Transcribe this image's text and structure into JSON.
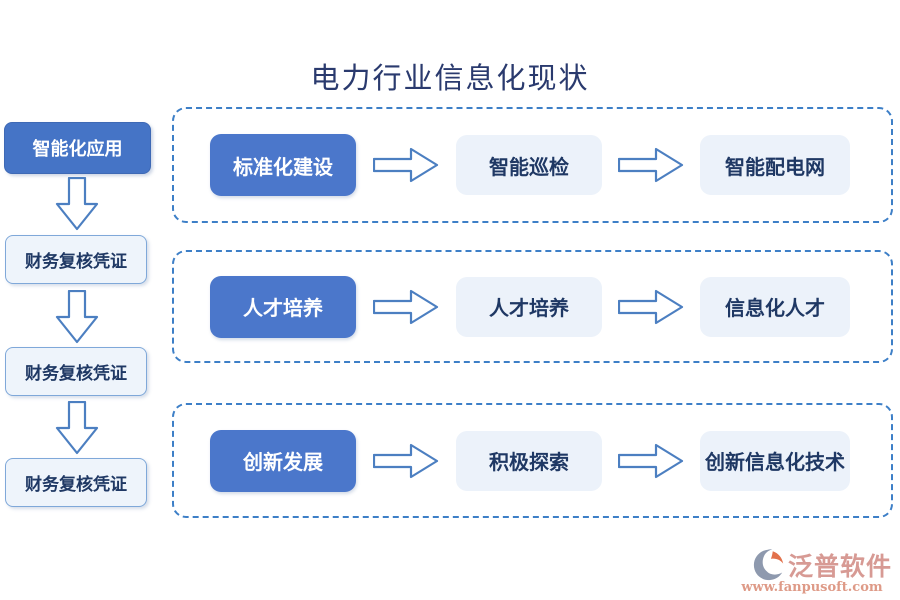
{
  "title": "电力行业信息化现状",
  "left_flow": {
    "head": "智能化应用",
    "steps": [
      "财务复核凭证",
      "财务复核凭证",
      "财务复核凭证"
    ]
  },
  "rows": [
    {
      "source": "标准化建设",
      "middle": "智能巡检",
      "target": "智能配电网"
    },
    {
      "source": "人才培养",
      "middle": "人才培养",
      "target": "信息化人才"
    },
    {
      "source": "创新发展",
      "middle": "积极探索",
      "target": "创新信息化技术"
    }
  ],
  "watermark": {
    "brand": "泛普软件",
    "url": "www.fanpusoft.com"
  },
  "icons": {
    "down_arrow": "block-arrow-down",
    "right_arrow": "block-arrow-right",
    "logo": "fanpu-swirl-logo"
  },
  "colors": {
    "primary_blue": "#4B77CB",
    "dark_navy_text": "#1F3864",
    "title_navy": "#2A3A6E",
    "light_box_bg": "#ECF2FA",
    "light_box_border": "#7FA8D9",
    "dashed_border": "#3D7FC7",
    "arrow_outline": "#4C7FC1",
    "brand_pink": "#D79A94",
    "url_salmon": "#DE9A87",
    "logo_grey": "#8E99AE",
    "logo_orange": "#E2714B"
  }
}
